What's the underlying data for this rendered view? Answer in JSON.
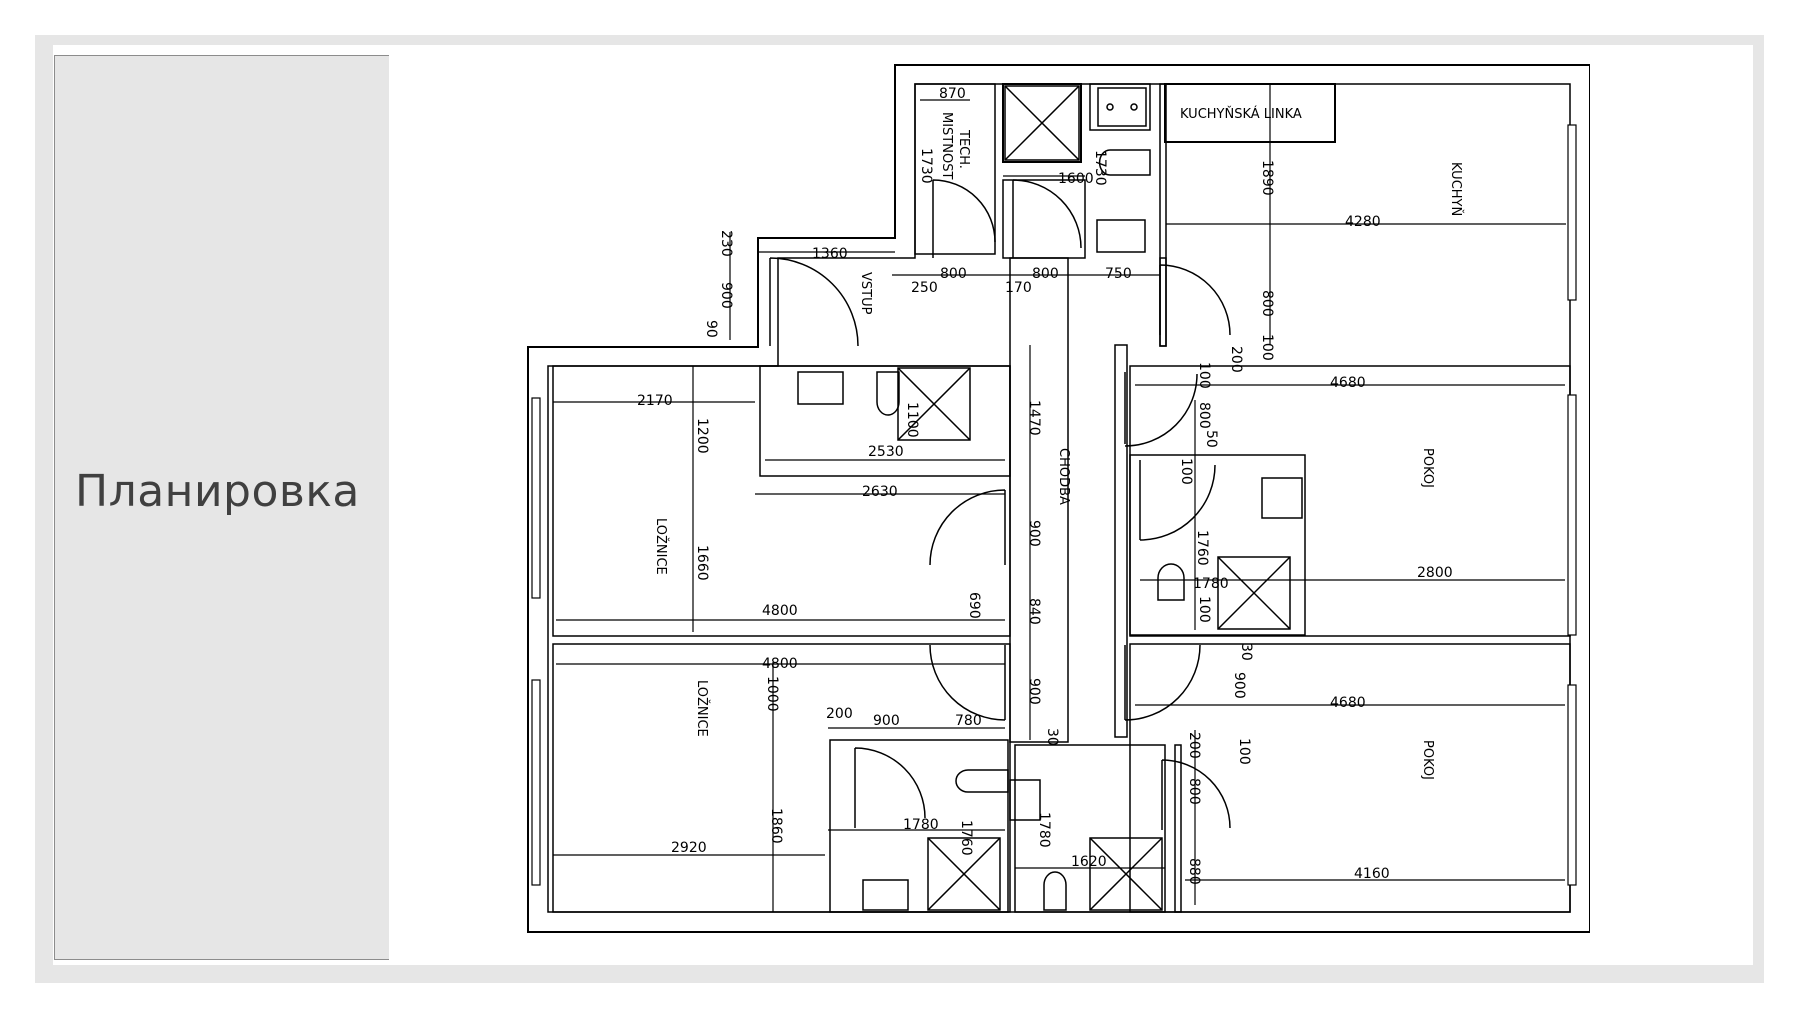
{
  "slide": {
    "title": "Планировка"
  },
  "plan": {
    "rooms": {
      "tech": [
        "TECH.",
        "MISTNOST"
      ],
      "kitchen_unit": "KUCHYŇSKÁ LINKA",
      "kitchen": "KUCHYŇ",
      "vstup": "VSTUP",
      "chodba": "CHODBA",
      "loznice1": "LOŽNICE",
      "loznice2": "LOŽNICE",
      "pokoj1": "POKOJ",
      "pokoj2": "POKOJ"
    },
    "dims": [
      "870",
      "1730",
      "1730",
      "1600",
      "1890",
      "4280",
      "230",
      "900",
      "90",
      "1360",
      "800",
      "800",
      "750",
      "250",
      "170",
      "800",
      "100",
      "200",
      "1470",
      "100",
      "800",
      "50",
      "100",
      "4680",
      "1760",
      "1780",
      "2800",
      "100",
      "30",
      "900",
      "4680",
      "1200",
      "2170",
      "1100",
      "2530",
      "2630",
      "1660",
      "4800",
      "690",
      "900",
      "840",
      "4800",
      "1000",
      "900",
      "780",
      "200",
      "900",
      "30",
      "1760",
      "1780",
      "1780",
      "1860",
      "1620",
      "2920",
      "200",
      "100",
      "800",
      "880",
      "4160"
    ]
  }
}
